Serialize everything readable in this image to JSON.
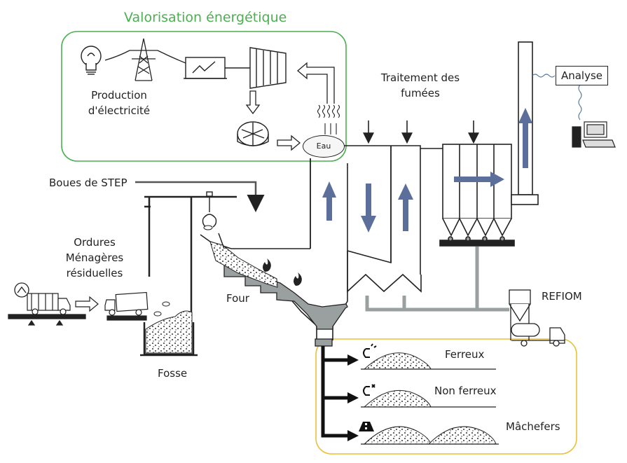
{
  "diagram": {
    "title": "Valorisation énergétique",
    "labels": {
      "production_line1": "Production",
      "production_line2": "d'électricité",
      "traitement_line1": "Traitement des",
      "traitement_line2": "fumées",
      "analyse": "Analyse",
      "eau": "Eau",
      "boues": "Boues de STEP",
      "ordures_line1": "Ordures",
      "ordures_line2": "Ménagères",
      "ordures_line3": "résiduelles",
      "four": "Four",
      "fosse": "Fosse",
      "refiom": "REFIOM",
      "ferreux": "Ferreux",
      "non_ferreux": "Non ferreux",
      "machefers": "Mâchefers"
    },
    "colors": {
      "green_box": "#4caf50",
      "yellow_box": "#e8c23a",
      "flow_arrow": "#5b6f9a",
      "furnace_gray": "#9aa0a0",
      "line": "#222222"
    },
    "icons": [
      "light-bulb-icon",
      "pylon-icon",
      "generator-icon",
      "turbine-icon",
      "condenser-fan-icon",
      "steam-icon",
      "magnet-icon",
      "eddy-magnet-icon",
      "road-icon",
      "computer-icon",
      "truck-icon",
      "scale-icon",
      "grab-claw-icon",
      "flame-icon"
    ]
  }
}
